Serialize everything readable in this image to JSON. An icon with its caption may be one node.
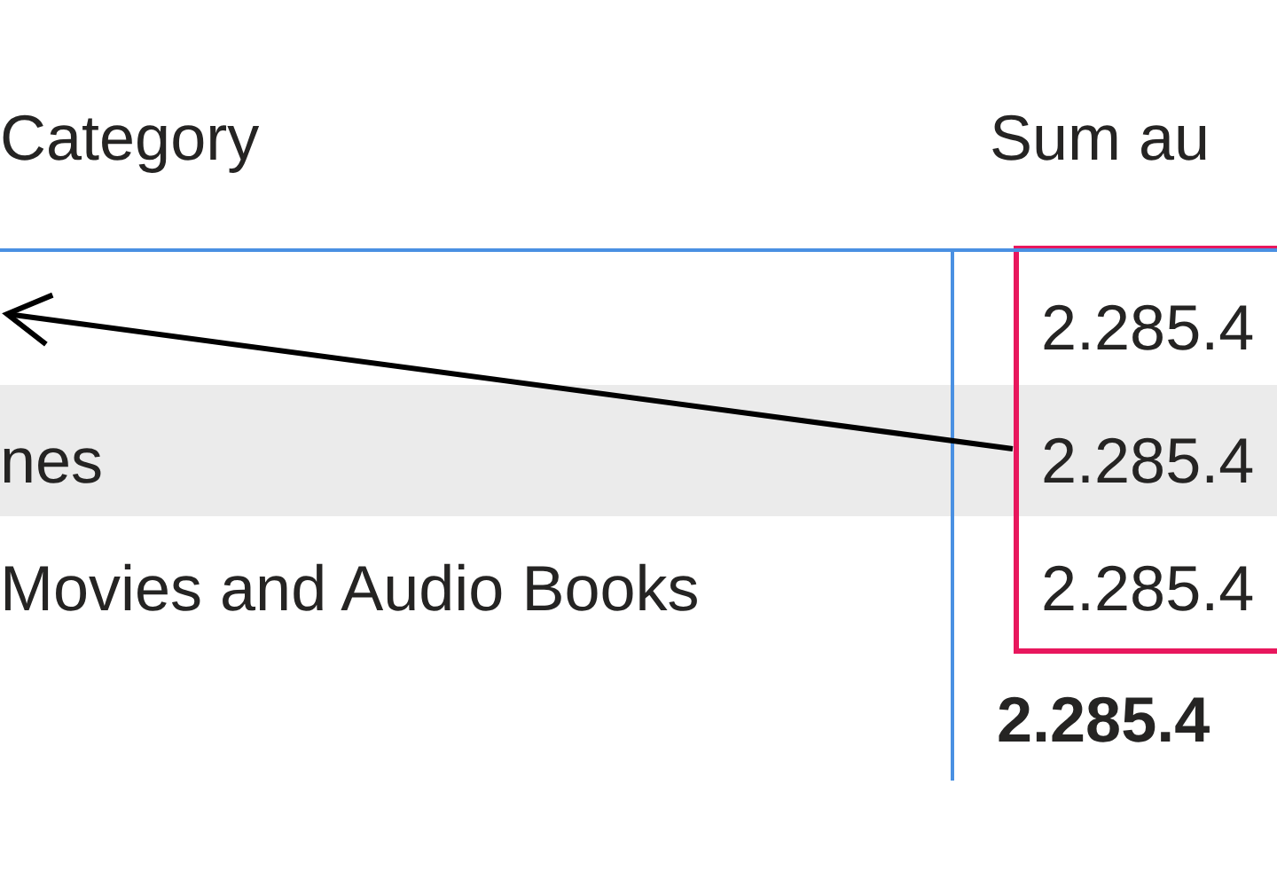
{
  "diagram": {
    "nodes": [
      {
        "text": [],
        "shape": "box"
      },
      {
        "text": [],
        "shape": "box"
      }
    ],
    "edges": [
      {
        "from": 1,
        "to": 0,
        "arrow": "to"
      }
    ],
    "labels": [
      "Category",
      "Sum au",
      "nes",
      "2.285.4",
      "2.285.4",
      "Movies and Audio Books",
      "2.285.4",
      "2.285.4"
    ]
  }
}
